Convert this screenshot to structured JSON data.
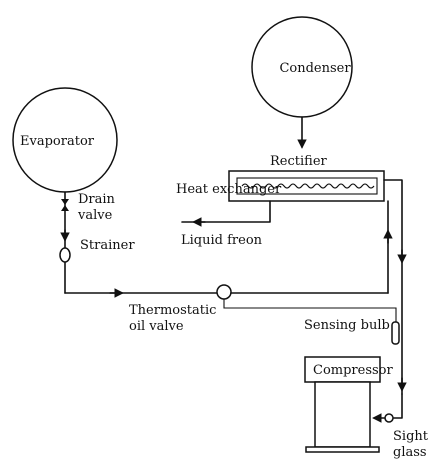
{
  "diagram": {
    "components": {
      "condenser": "Condenser",
      "evaporator": "Evaporator",
      "rectifier": "Rectifier",
      "heat_exchanger": "Heat exchanger",
      "drain_valve_line1": "Drain",
      "drain_valve_line2": "valve",
      "strainer": "Strainer",
      "liquid_freon": "Liquid freon",
      "thermostatic_oil_valve_line1": "Thermostatic",
      "thermostatic_oil_valve_line2": "oil valve",
      "sensing_bulb": "Sensing bulb",
      "compressor": "Compressor",
      "sight_glass_line1": "Sight",
      "sight_glass_line2": "glass"
    }
  }
}
